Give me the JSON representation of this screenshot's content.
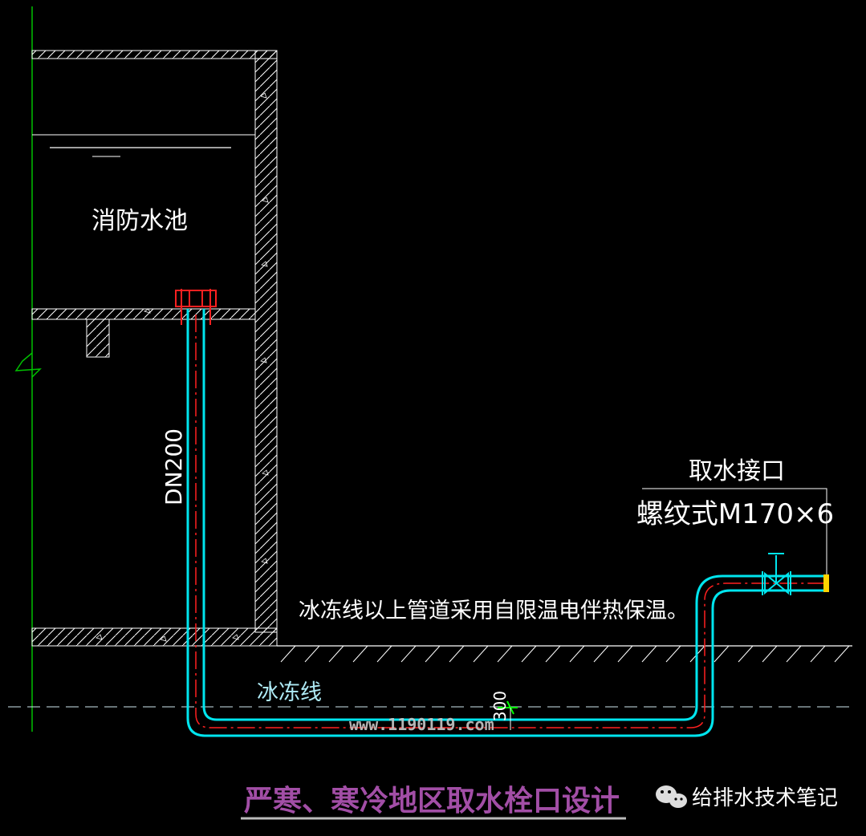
{
  "labels": {
    "pool": "消防水池",
    "pipe_size": "DN200",
    "outlet_title": "取水接口",
    "outlet_spec": "螺纹式M170×6",
    "insulation_note": "冰冻线以上管道采用自限温电伴热保温。",
    "frost_line": "冰冻线",
    "dimension": "300",
    "watermark": "www.1190119.com",
    "main_title": "严寒、寒冷地区取水栓口设计",
    "wechat_account": "给排水技术笔记"
  },
  "colors": {
    "background": "#000000",
    "structure_line": "#ffffff",
    "pipe": "#00e5ee",
    "pipe_center": "#ff2020",
    "flange": "#ff2020",
    "outlet_cap": "#ffd400",
    "frost_label": "#aeeaf5",
    "axis_line": "#00c000",
    "dimension_mark": "#00ff00",
    "title": "#a24ea6",
    "watermark": "#c8c8c8"
  },
  "icons": {
    "wechat": "wechat-icon",
    "valve": "gate-valve-icon"
  }
}
